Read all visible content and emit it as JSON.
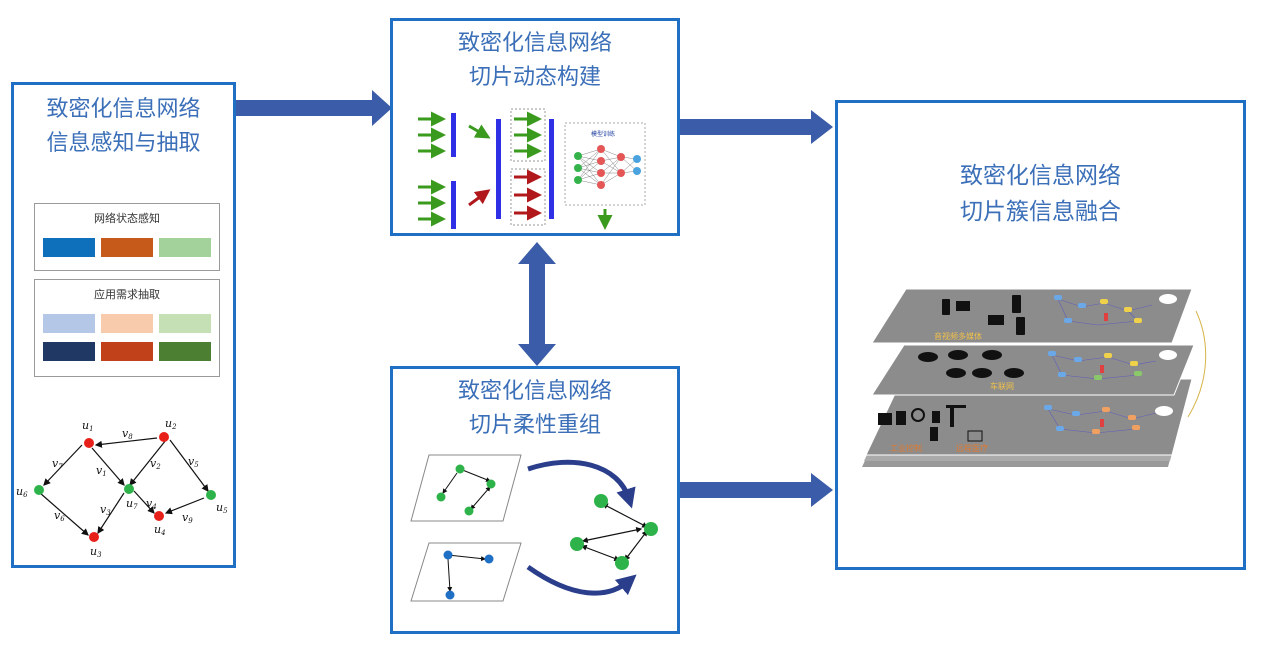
{
  "boxes": {
    "perception": {
      "title1": "致密化信息网络",
      "title2": "信息感知与抽取"
    },
    "construction": {
      "title1": "致密化信息网络",
      "title2": "切片动态构建"
    },
    "recombination": {
      "title1": "致密化信息网络",
      "title2": "切片柔性重组"
    },
    "fusion": {
      "title1": "致密化信息网络",
      "title2": "切片簇信息融合"
    }
  },
  "perception": {
    "network_state_label": "网络状态感知",
    "network_state_colors": [
      "#0e6fba",
      "#c55a1a",
      "#a3d29a"
    ],
    "app_demand_label": "应用需求抽取",
    "app_demand_colors_row1": [
      "#b4c7e7",
      "#f8cbad",
      "#c5e0b4"
    ],
    "app_demand_colors_row2": [
      "#1f3864",
      "#c1411a",
      "#4d7f32"
    ],
    "graph_labels": {
      "u1": "u",
      "u1s": "1",
      "u2": "u",
      "u2s": "2",
      "u3": "u",
      "u3s": "3",
      "u4": "u",
      "u4s": "4",
      "u5": "u",
      "u5s": "5",
      "u6": "u",
      "u6s": "6",
      "u7": "u",
      "u7s": "7",
      "v1": "v",
      "v1s": "1",
      "v2": "v",
      "v2s": "2",
      "v3": "v",
      "v3s": "3",
      "v4": "v",
      "v4s": "4",
      "v5": "v",
      "v5s": "5",
      "v6": "v",
      "v6s": "6",
      "v7": "v",
      "v7s": "7",
      "v8": "v",
      "v8s": "8",
      "v9": "v",
      "v9s": "9"
    }
  },
  "construction": {
    "model_training_label": "模型训练"
  },
  "fusion": {
    "layer1_label": "音视频多媒体",
    "layer2_label": "车联网",
    "layer3_label_a": "工业控制",
    "layer3_label_b": "远程医疗"
  },
  "colors": {
    "accent": "#1f6fc4",
    "arrow": "#3b5ca8",
    "node_red": "#e8201a",
    "node_green": "#2db34a",
    "node_blue": "#1f6fc4"
  }
}
